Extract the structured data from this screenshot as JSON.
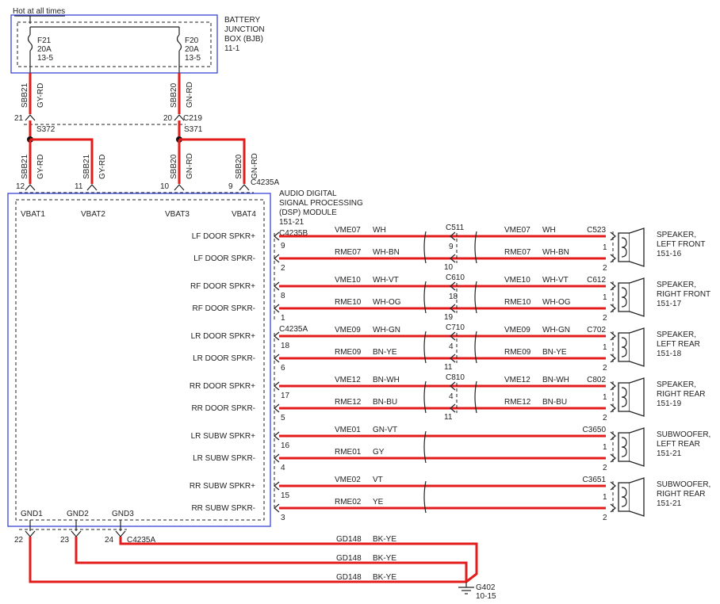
{
  "header": {
    "hot_label": "Hot at all times"
  },
  "bjb": {
    "title": [
      "BATTERY",
      "JUNCTION",
      "BOX (BJB)",
      "11-1"
    ],
    "fuses": [
      {
        "name": "F21",
        "rating": "20A",
        "ref": "13-5"
      },
      {
        "name": "F20",
        "rating": "20A",
        "ref": "13-5"
      }
    ]
  },
  "feeds": {
    "upper": [
      {
        "circuit": "SBB21",
        "color": "GY-RD",
        "pin": "21"
      },
      {
        "circuit": "SBB20",
        "color": "GN-RD",
        "pin": "20"
      }
    ],
    "connector_upper": "C219",
    "splices": [
      "S372",
      "S371"
    ],
    "lower": [
      {
        "circuit": "SBB21",
        "color": "GY-RD",
        "pin": "12"
      },
      {
        "circuit": "SBB21",
        "color": "GY-RD",
        "pin": "11"
      },
      {
        "circuit": "SBB20",
        "color": "GN-RD",
        "pin": "10"
      },
      {
        "circuit": "SBB20",
        "color": "GN-RD",
        "pin": "9"
      }
    ],
    "connector_lower": "C4235A"
  },
  "module": {
    "title": [
      "AUDIO DIGITAL",
      "SIGNAL PROCESSING",
      "(DSP) MODULE",
      "151-21"
    ],
    "vbat": [
      "VBAT1",
      "VBAT2",
      "VBAT3",
      "VBAT4"
    ],
    "gnd": [
      "GND1",
      "GND2",
      "GND3"
    ],
    "connectors": [
      "C4235B",
      "C4235A"
    ]
  },
  "channels": [
    {
      "plus": "LF DOOR SPKR+",
      "minus": "LF DOOR SPKR-",
      "pin_plus": "9",
      "pin_minus": "2",
      "inline": "C511",
      "inline_plus": "9",
      "inline_minus": "10",
      "circ_plus": "VME07",
      "col_plus": "WH",
      "circ_minus": "RME07",
      "col_minus": "WH-BN",
      "spk_conn": "C523",
      "spk_plus": "1",
      "spk_minus": "2",
      "speaker": [
        "SPEAKER,",
        "LEFT FRONT",
        "151-16"
      ]
    },
    {
      "plus": "RF DOOR SPKR+",
      "minus": "RF DOOR SPKR-",
      "pin_plus": "8",
      "pin_minus": "1",
      "inline": "C610",
      "inline_plus": "18",
      "inline_minus": "19",
      "circ_plus": "VME10",
      "col_plus": "WH-VT",
      "circ_minus": "RME10",
      "col_minus": "WH-OG",
      "spk_conn": "C612",
      "spk_plus": "1",
      "spk_minus": "2",
      "speaker": [
        "SPEAKER,",
        "RIGHT FRONT",
        "151-17"
      ]
    },
    {
      "plus": "LR DOOR SPKR+",
      "minus": "LR DOOR SPKR-",
      "pin_plus": "18",
      "pin_minus": "6",
      "inline": "C710",
      "inline_plus": "4",
      "inline_minus": "11",
      "circ_plus": "VME09",
      "col_plus": "WH-GN",
      "circ_minus": "RME09",
      "col_minus": "BN-YE",
      "spk_conn": "C702",
      "spk_plus": "1",
      "spk_minus": "2",
      "speaker": [
        "SPEAKER,",
        "LEFT REAR",
        "151-18"
      ]
    },
    {
      "plus": "RR DOOR SPKR+",
      "minus": "RR DOOR SPKR-",
      "pin_plus": "17",
      "pin_minus": "5",
      "inline": "C810",
      "inline_plus": "4",
      "inline_minus": "11",
      "circ_plus": "VME12",
      "col_plus": "BN-WH",
      "circ_minus": "RME12",
      "col_minus": "BN-BU",
      "spk_conn": "C802",
      "spk_plus": "1",
      "spk_minus": "2",
      "speaker": [
        "SPEAKER,",
        "RIGHT REAR",
        "151-19"
      ]
    },
    {
      "plus": "LR SUBW SPKR+",
      "minus": "LR SUBW SPKR-",
      "pin_plus": "16",
      "pin_minus": "4",
      "inline": "",
      "inline_plus": "",
      "inline_minus": "",
      "circ_plus": "VME01",
      "col_plus": "GN-VT",
      "circ_minus": "RME01",
      "col_minus": "GY",
      "spk_conn": "C3650",
      "spk_plus": "1",
      "spk_minus": "2",
      "speaker": [
        "SUBWOOFER,",
        "LEFT REAR",
        "151-21"
      ]
    },
    {
      "plus": "RR SUBW SPKR+",
      "minus": "RR SUBW SPKR-",
      "pin_plus": "15",
      "pin_minus": "3",
      "inline": "",
      "inline_plus": "",
      "inline_minus": "",
      "circ_plus": "VME02",
      "col_plus": "VT",
      "circ_minus": "RME02",
      "col_minus": "YE",
      "spk_conn": "C3651",
      "spk_plus": "1",
      "spk_minus": "2",
      "speaker": [
        "SUBWOOFER,",
        "RIGHT REAR",
        "151-21"
      ]
    }
  ],
  "ground": {
    "pins": [
      "22",
      "23",
      "24"
    ],
    "connector": "C4235A",
    "wires": [
      {
        "circuit": "GD148",
        "color": "BK-YE"
      },
      {
        "circuit": "GD148",
        "color": "BK-YE"
      },
      {
        "circuit": "GD148",
        "color": "BK-YE"
      }
    ],
    "point": "G402",
    "ref": "10-15"
  },
  "colors": {
    "wire": "#e31b1b",
    "frame": "#3a45d6",
    "module_fill": "#f2f2f2"
  }
}
